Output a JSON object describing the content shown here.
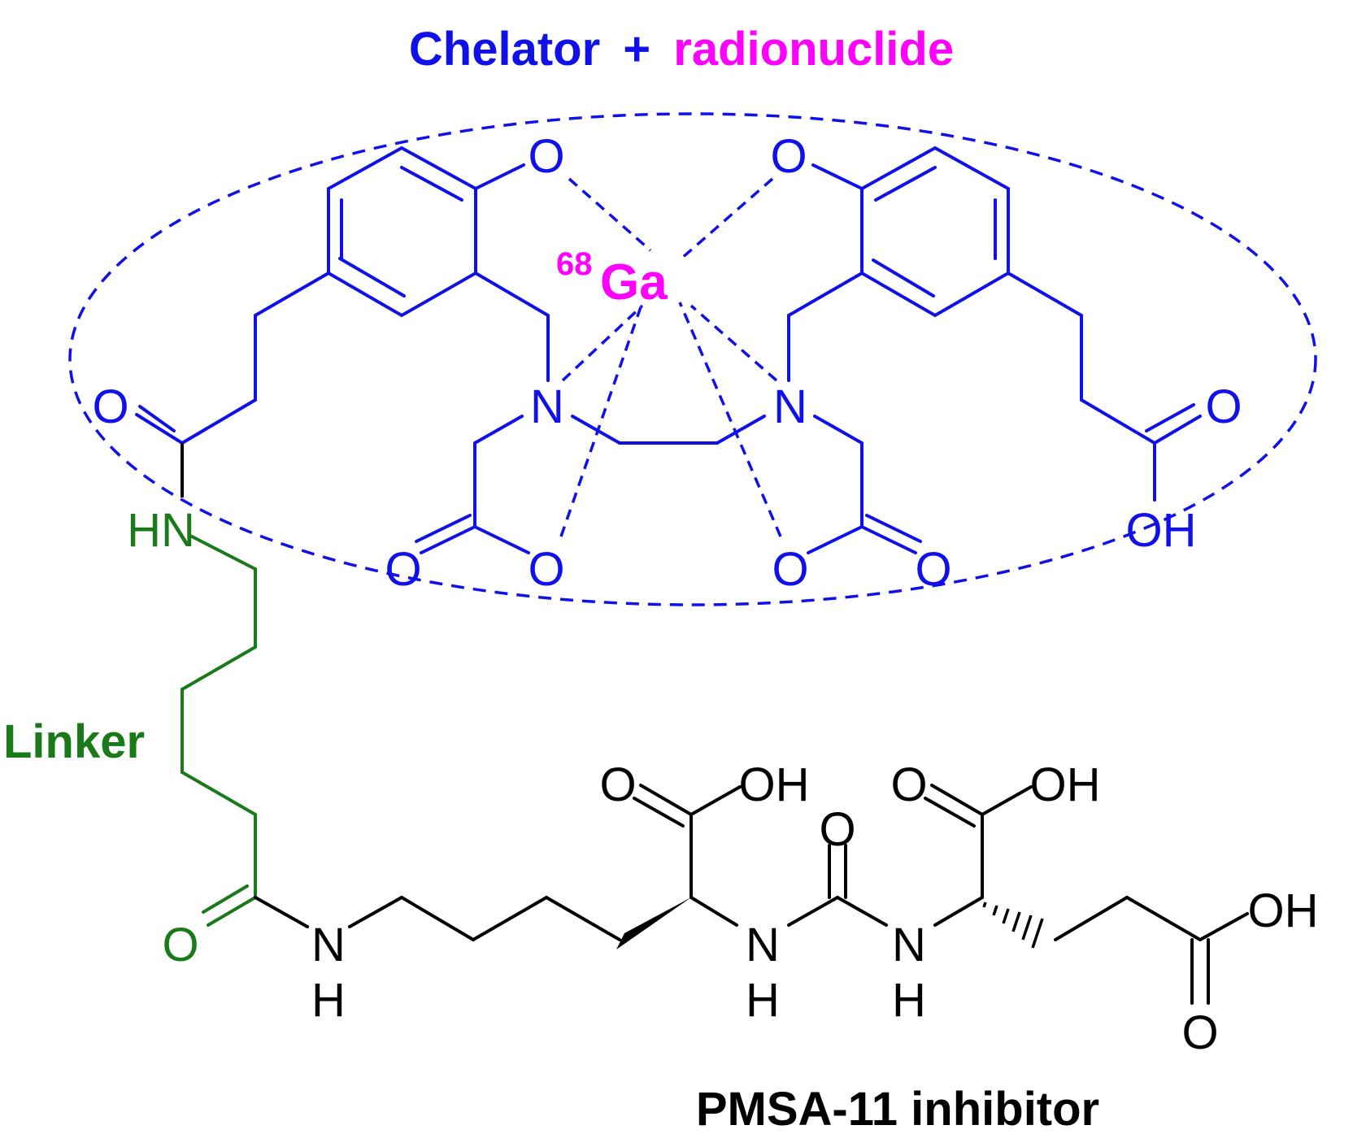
{
  "title": {
    "chelator": "Chelator",
    "plus": "+",
    "radionuclide": "radionuclide"
  },
  "metal": {
    "isotope": "68",
    "symbol": "Ga"
  },
  "labels": {
    "linker": "Linker",
    "inhibitor": "PMSA-11 inhibitor"
  },
  "atoms": {
    "O": "O",
    "N": "N",
    "H": "H",
    "OH": "OH",
    "HN": "HN"
  },
  "colors": {
    "chelator": "#1010e8",
    "radionuclide": "#ff00ff",
    "linker": "#1a7a1a",
    "inhibitor": "#000000"
  }
}
